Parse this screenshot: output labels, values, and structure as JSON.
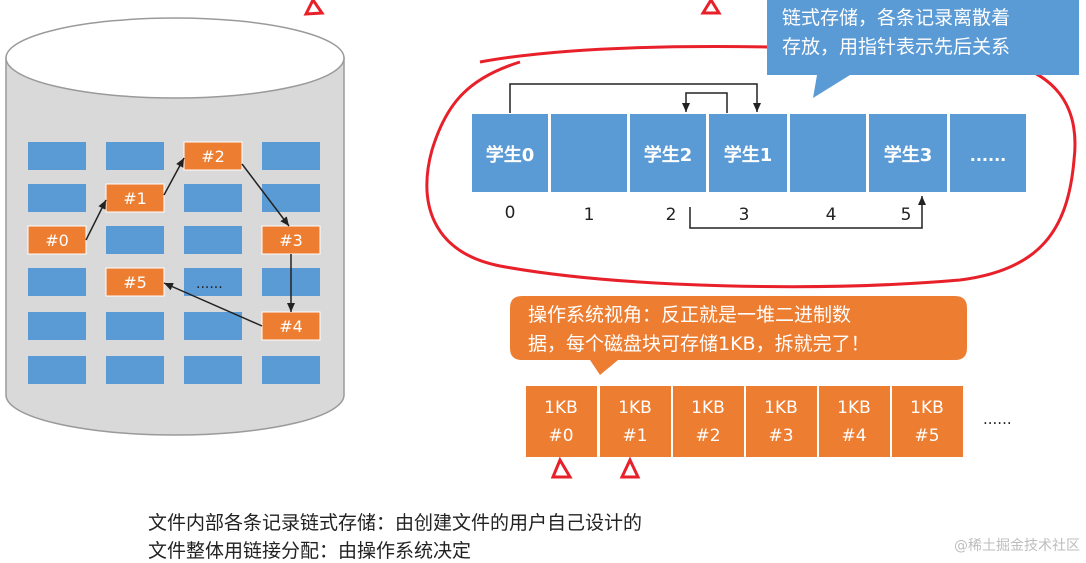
{
  "disk": {
    "blocks": [
      {
        "id": "b0",
        "label": "#0"
      },
      {
        "id": "b1",
        "label": "#1"
      },
      {
        "id": "b2",
        "label": "#2"
      },
      {
        "id": "b3",
        "label": "#3"
      },
      {
        "id": "b4",
        "label": "#4"
      },
      {
        "id": "b5",
        "label": "#5"
      }
    ],
    "ellipsis": "......"
  },
  "linked_storage": {
    "cells": [
      {
        "text": "学生0"
      },
      {
        "text": ""
      },
      {
        "text": "学生2"
      },
      {
        "text": "学生1"
      },
      {
        "text": ""
      },
      {
        "text": "学生3"
      },
      {
        "text": "......"
      }
    ],
    "indices": [
      "0",
      "1",
      "2",
      "3",
      "4",
      "5"
    ],
    "callout_line1": "链式存储，各条记录离散着",
    "callout_line2": "存放，用指针表示先后关系"
  },
  "os_view": {
    "callout_line1": "操作系统视角：反正就是一堆二进制数",
    "callout_line2": "据，每个磁盘块可存储1KB，拆就完了！",
    "blocks": [
      {
        "size": "1KB",
        "num": "#0"
      },
      {
        "size": "1KB",
        "num": "#1"
      },
      {
        "size": "1KB",
        "num": "#2"
      },
      {
        "size": "1KB",
        "num": "#3"
      },
      {
        "size": "1KB",
        "num": "#4"
      },
      {
        "size": "1KB",
        "num": "#5"
      }
    ],
    "ellipsis": "......"
  },
  "caption": {
    "line1": "文件内部各条记录链式存储：由创建文件的用户自己设计的",
    "line2": "文件整体用链接分配：由操作系统决定"
  },
  "watermark": "@稀土掘金技术社区",
  "colors": {
    "blue": "#5b9bd5",
    "orange": "#ed7d31",
    "cylinder": "#d9d9d9",
    "annotation": "#e8202a"
  }
}
